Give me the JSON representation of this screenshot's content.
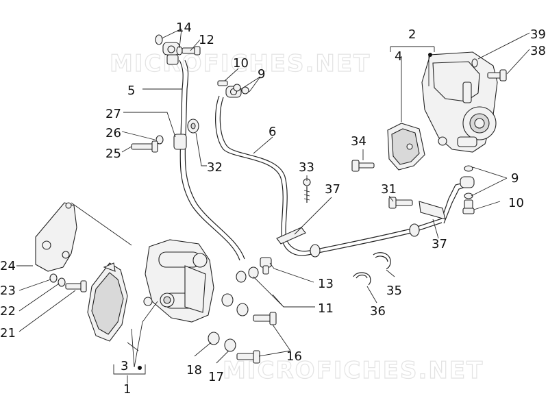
{
  "watermark_text": "MICROFICHES.NET",
  "callouts": [
    {
      "id": "c14",
      "label": "14"
    },
    {
      "id": "c12",
      "label": "12"
    },
    {
      "id": "c2",
      "label": "2"
    },
    {
      "id": "c4",
      "label": "4"
    },
    {
      "id": "c39",
      "label": "39"
    },
    {
      "id": "c38",
      "label": "38"
    },
    {
      "id": "c10a",
      "label": "10"
    },
    {
      "id": "c9a",
      "label": "9"
    },
    {
      "id": "c5",
      "label": "5"
    },
    {
      "id": "c27",
      "label": "27"
    },
    {
      "id": "c26",
      "label": "26"
    },
    {
      "id": "c25",
      "label": "25"
    },
    {
      "id": "c32",
      "label": "32"
    },
    {
      "id": "c6",
      "label": "6"
    },
    {
      "id": "c34",
      "label": "34"
    },
    {
      "id": "c33",
      "label": "33"
    },
    {
      "id": "c37a",
      "label": "37"
    },
    {
      "id": "c9b",
      "label": "9"
    },
    {
      "id": "c31",
      "label": "31"
    },
    {
      "id": "c10b",
      "label": "10"
    },
    {
      "id": "c37b",
      "label": "37"
    },
    {
      "id": "c24",
      "label": "24"
    },
    {
      "id": "c23",
      "label": "23"
    },
    {
      "id": "c22",
      "label": "22"
    },
    {
      "id": "c21",
      "label": "21"
    },
    {
      "id": "c13",
      "label": "13"
    },
    {
      "id": "c11",
      "label": "11"
    },
    {
      "id": "c35",
      "label": "35"
    },
    {
      "id": "c36",
      "label": "36"
    },
    {
      "id": "c16",
      "label": "16"
    },
    {
      "id": "c18",
      "label": "18"
    },
    {
      "id": "c17",
      "label": "17"
    },
    {
      "id": "c3",
      "label": "3"
    },
    {
      "id": "c1",
      "label": "1"
    }
  ]
}
